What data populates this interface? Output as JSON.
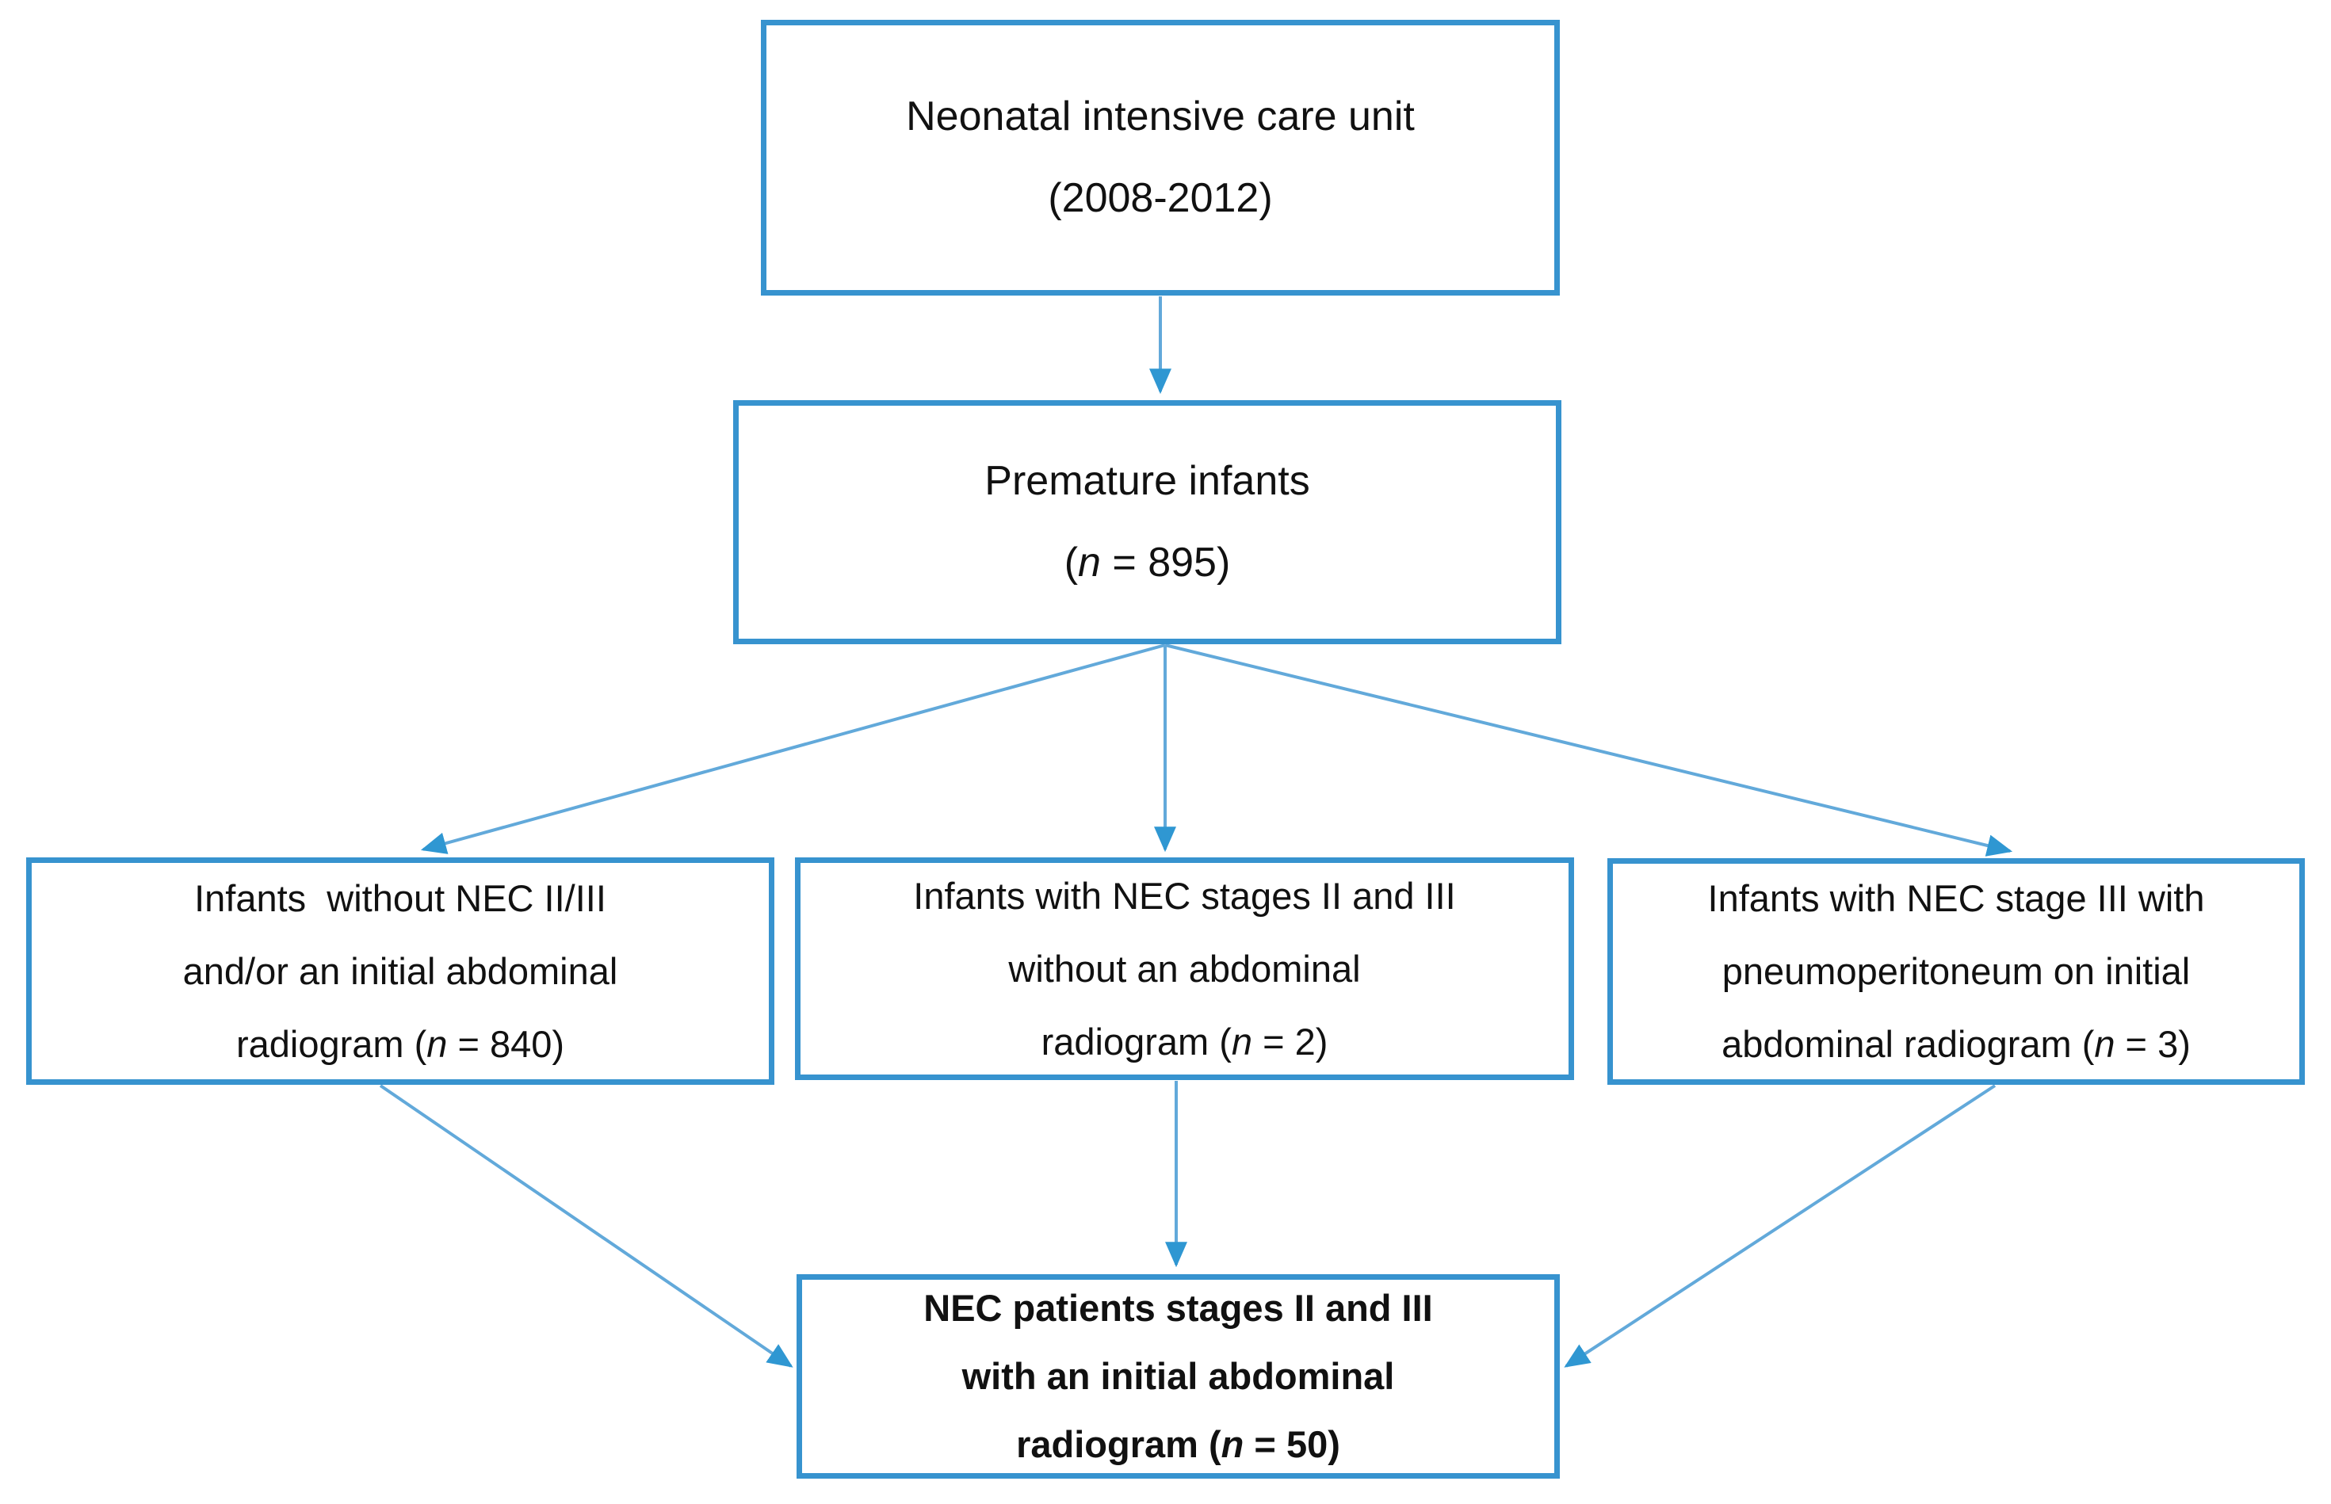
{
  "figure": {
    "type": "flowchart",
    "description": "Patient selection flow diagram with six boxes connected by arrows"
  },
  "colors": {
    "box_border": "#3793cf",
    "arrow_line": "#62a9da",
    "arrow_head": "#2f97d2",
    "text": "#111111",
    "background": "#ffffff"
  },
  "boxes": {
    "nicu": {
      "lines": [
        {
          "pre": "Neonatal intensive care unit"
        },
        {
          "pre": "(2008-2012)"
        }
      ]
    },
    "premature": {
      "lines": [
        {
          "pre": "Premature infants"
        },
        {
          "pre": "(",
          "n": "n",
          "post": " = 895)"
        }
      ]
    },
    "without_nec": {
      "lines": [
        {
          "pre": "Infants  without NEC II/III"
        },
        {
          "pre": "and/or an initial abdominal"
        },
        {
          "pre": "radiogram (",
          "n": "n",
          "post": " = 840)"
        }
      ]
    },
    "nec_no_radiogram": {
      "lines": [
        {
          "pre": "Infants with NEC stages II and III"
        },
        {
          "pre": "without an abdominal"
        },
        {
          "pre": "radiogram (",
          "n": "n",
          "post": " = 2)"
        }
      ]
    },
    "nec_pneumoperitoneum": {
      "lines": [
        {
          "pre": "Infants with NEC stage III with"
        },
        {
          "pre": "pneumoperitoneum on initial"
        },
        {
          "pre": "abdominal radiogram (",
          "n": "n",
          "post": " = 3)"
        }
      ]
    },
    "nec_patients": {
      "lines": [
        {
          "pre": "NEC patients stages II and III"
        },
        {
          "pre": "with an initial abdominal"
        },
        {
          "pre": "radiogram (",
          "n": "n",
          "post": " = 50)"
        }
      ]
    }
  },
  "edges": [
    {
      "from": "nicu",
      "to": "premature"
    },
    {
      "from": "premature",
      "to": "without_nec"
    },
    {
      "from": "premature",
      "to": "nec_no_radiogram"
    },
    {
      "from": "premature",
      "to": "nec_pneumoperitoneum"
    },
    {
      "from": "without_nec",
      "to": "nec_patients"
    },
    {
      "from": "nec_no_radiogram",
      "to": "nec_patients"
    },
    {
      "from": "nec_pneumoperitoneum",
      "to": "nec_patients"
    }
  ]
}
